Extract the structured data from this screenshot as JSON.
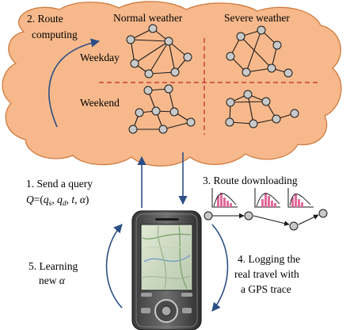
{
  "cloud": {
    "step2": {
      "line1": "2. Route",
      "line2": "computing"
    },
    "columns": {
      "normal": "Normal weather",
      "severe": "Severe weather"
    },
    "rows": {
      "weekday": "Weekday",
      "weekend": "Weekend"
    }
  },
  "step1": {
    "line1": "1. Send a query",
    "q_prefix": "Q",
    "q_open": "=(",
    "qs": "q",
    "qs_sub": "s",
    "qd": "q",
    "qd_sub": "d",
    "t": "t",
    "alpha": "α",
    "q_close": ")"
  },
  "step3": {
    "label": "3. Route downloading"
  },
  "step4": {
    "line1": "4. Logging the",
    "line2": "real travel with",
    "line3": "a GPS trace"
  },
  "step5": {
    "line1": "5. Learning",
    "line2_prefix": "new ",
    "alpha": "α"
  },
  "colors": {
    "cloud_fill": "#f7b98c",
    "cloud_edge": "#d07a3e",
    "arrow": "#2c4f86",
    "divider": "#c0252a",
    "histogram": "#e06a9b"
  },
  "icons": {
    "graph": "road-network-graph-icon",
    "histogram": "travel-time-histogram-icon",
    "phone": "smartphone-icon"
  }
}
